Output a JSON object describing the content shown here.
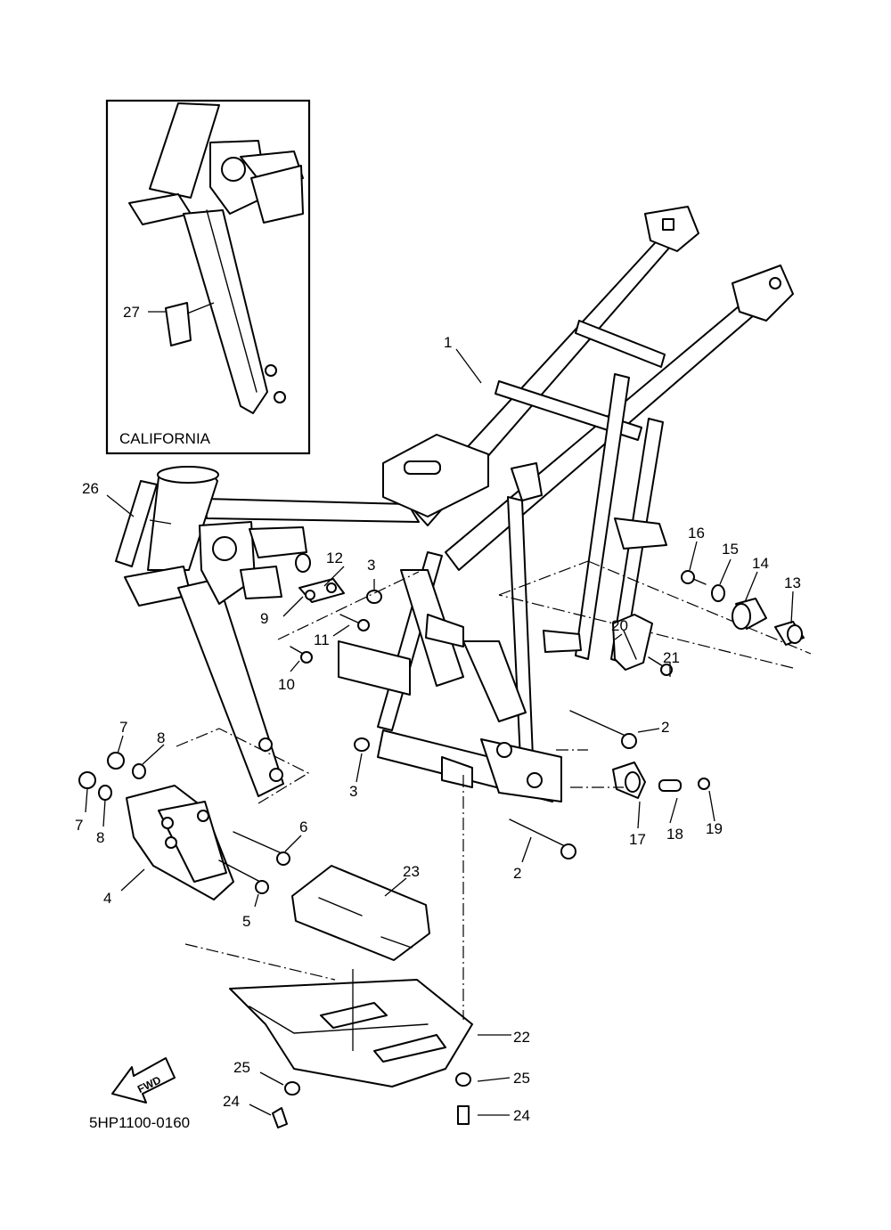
{
  "diagram_code": "5HP1100-0160",
  "inset_label": "CALIFORNIA",
  "fwd_label": "FWD",
  "callouts": {
    "c1": "1",
    "c2a": "2",
    "c2b": "2",
    "c3a": "3",
    "c3b": "3",
    "c4": "4",
    "c5": "5",
    "c6": "6",
    "c7a": "7",
    "c7b": "7",
    "c8a": "8",
    "c8b": "8",
    "c9": "9",
    "c10": "10",
    "c11": "11",
    "c12": "12",
    "c13": "13",
    "c14": "14",
    "c15": "15",
    "c16": "16",
    "c17": "17",
    "c18": "18",
    "c19": "19",
    "c20": "20",
    "c21": "21",
    "c22": "22",
    "c23": "23",
    "c24a": "24",
    "c24b": "24",
    "c25a": "25",
    "c25b": "25",
    "c26": "26",
    "c27": "27"
  }
}
